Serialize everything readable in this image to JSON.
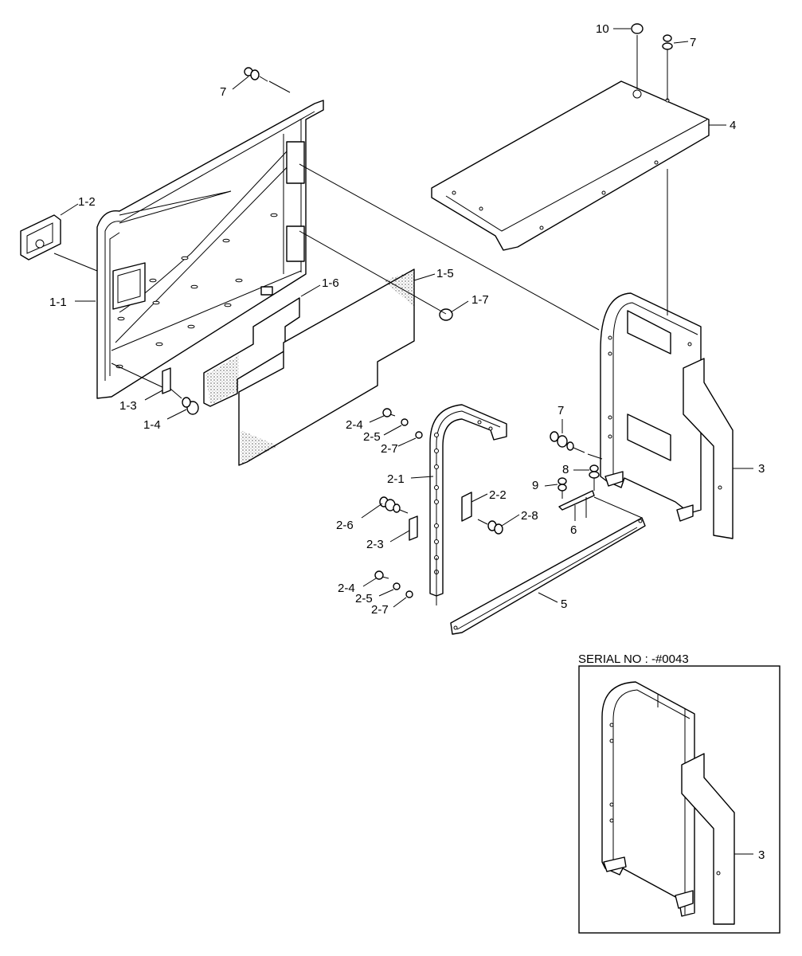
{
  "inset": {
    "title": "SERIAL NO : -#0043",
    "label": "3"
  },
  "labels": {
    "p10": "10",
    "p7_top_right": "7",
    "p4": "4",
    "p7_top_left": "7",
    "p1_2": "1-2",
    "p1_1": "1-1",
    "p1_6": "1-6",
    "p1_5": "1-5",
    "p1_7": "1-7",
    "p1_3": "1-3",
    "p1_4": "1-4",
    "p2_4_a": "2-4",
    "p2_5_a": "2-5",
    "p2_7_a": "2-7",
    "p2_1": "2-1",
    "p2_2": "2-2",
    "p2_8": "2-8",
    "p2_6": "2-6",
    "p2_3": "2-3",
    "p2_4_b": "2-4",
    "p2_5_b": "2-5",
    "p2_7_b": "2-7",
    "p7_mid": "7",
    "p8": "8",
    "p9": "9",
    "p6": "6",
    "p5": "5",
    "p3": "3"
  }
}
